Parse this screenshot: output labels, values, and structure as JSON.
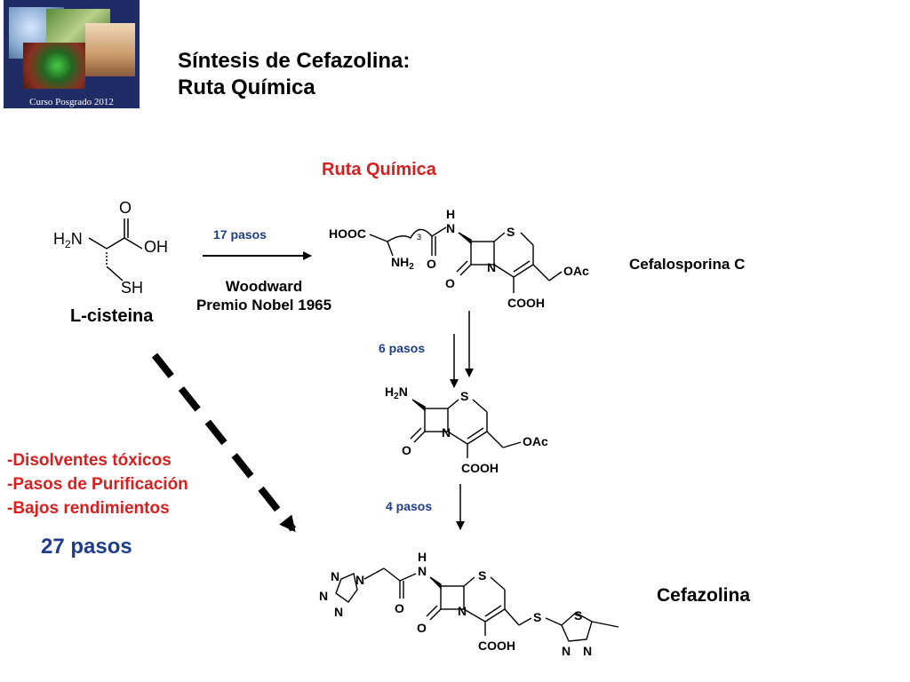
{
  "header": {
    "logo_caption": "Curso Posgrado 2012",
    "title_line1": "Síntesis de Cefazolina:",
    "title_line2": "Ruta Química"
  },
  "route_title": "Ruta Química",
  "starting_material": {
    "name": "L-cisteina",
    "atoms": {
      "amine": "H2N",
      "carbonyl_o": "O",
      "hydroxyl": "OH",
      "thiol": "SH"
    }
  },
  "step1": {
    "steps": "17 pasos",
    "author": "Woodward",
    "award": "Premio Nobel 1965"
  },
  "cephalosporin_c": {
    "name": "Cefalosporina C",
    "labels": {
      "hooc": "HOOC",
      "nh2": "NH2",
      "subscript3": "3",
      "amide_o": "O",
      "nh": "H",
      "n_amide": "N",
      "s": "S",
      "n_ring": "N",
      "lactam_o": "O",
      "oac": "OAc",
      "cooh": "COOH"
    }
  },
  "step2": {
    "steps": "6 pasos"
  },
  "seven_aca": {
    "labels": {
      "h2n": "H2N",
      "s": "S",
      "n_ring": "N",
      "lactam_o": "O",
      "oac": "OAc",
      "cooh": "COOH"
    }
  },
  "step3": {
    "steps": "4 pasos"
  },
  "cefazolin": {
    "name": "Cefazolina",
    "labels": {
      "tetrazole_n1": "N",
      "tetrazole_n2": "N",
      "tetrazole_n3": "N",
      "tetrazole_n4": "N",
      "amide_o": "O",
      "nh_h": "H",
      "nh_n": "N",
      "s_ring": "S",
      "n_ring": "N",
      "lactam_o": "O",
      "cooh": "COOH",
      "s_link": "S",
      "thiadiazole_s": "S",
      "thiadiazole_n1": "N",
      "thiadiazole_n2": "N"
    }
  },
  "drawbacks": {
    "items": [
      "-Disolventes tóxicos",
      "-Pasos de Purificación",
      "-Bajos rendimientos"
    ],
    "total_steps": "27 pasos"
  },
  "colors": {
    "red": "#d62020",
    "blue": "#1f3d8a",
    "logo_bg": "#1f2c66"
  }
}
